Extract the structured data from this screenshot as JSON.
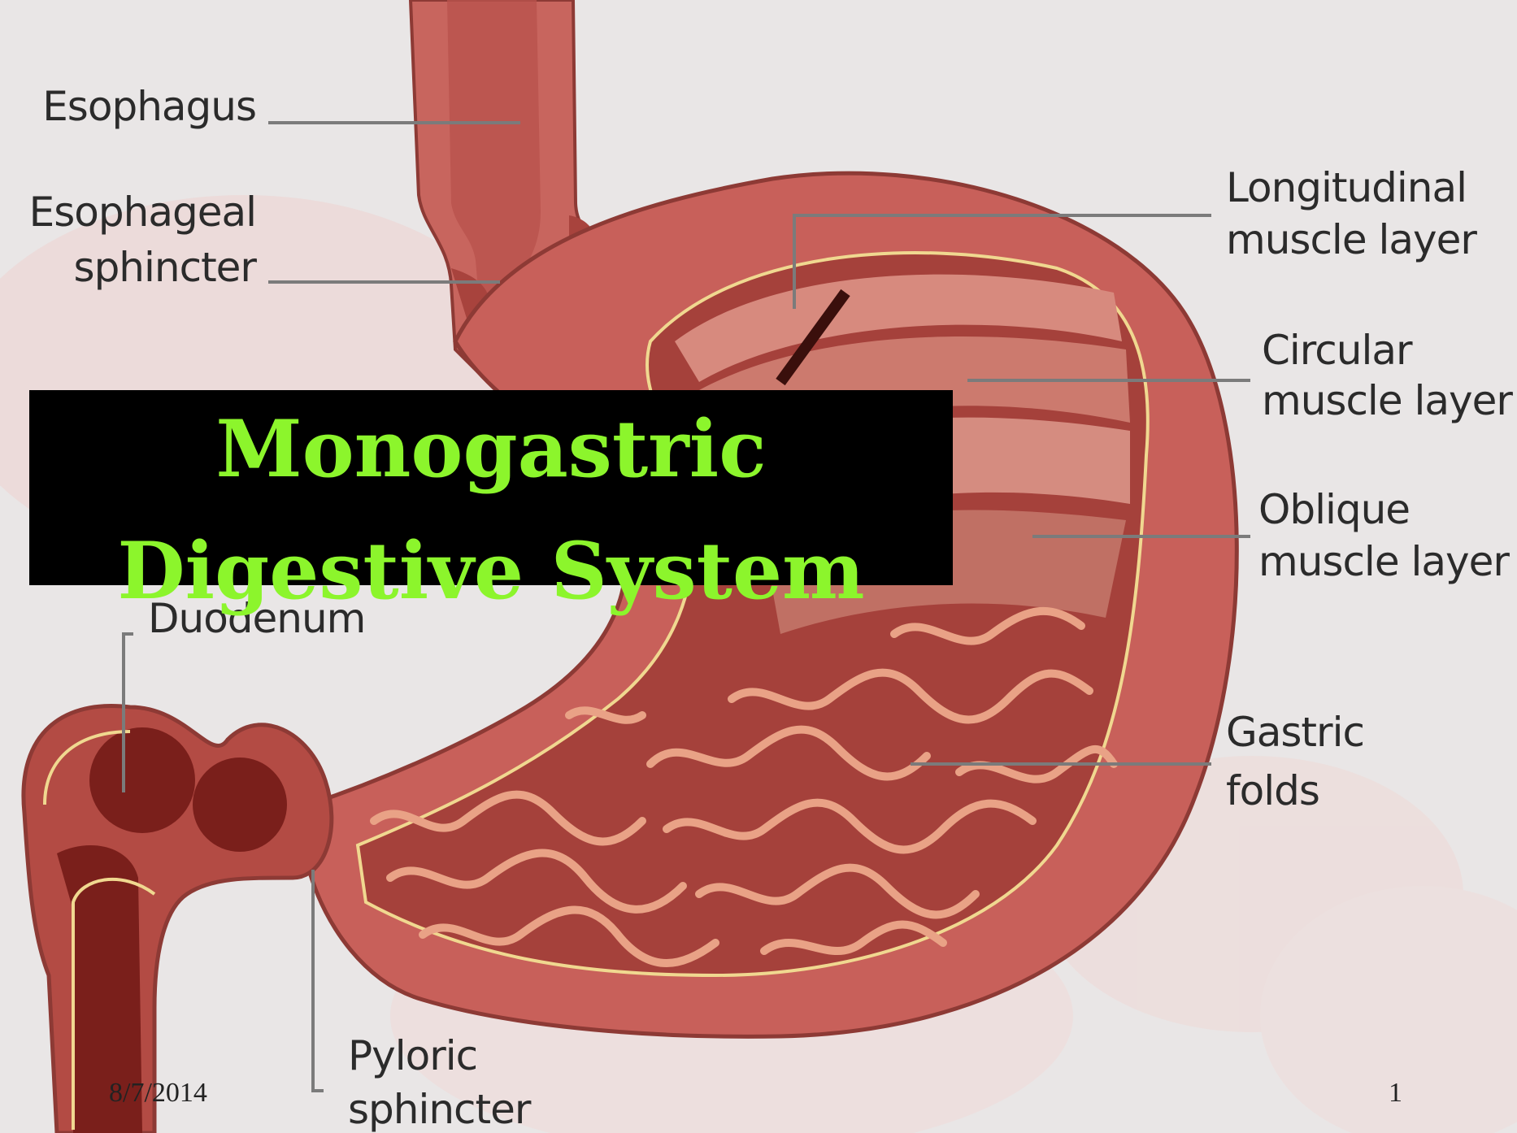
{
  "slide": {
    "title_line1": "Monogastric",
    "title_line2": "Digestive System",
    "footer_date": "8/7/2014",
    "page_number": "1"
  },
  "labels": {
    "esophagus": "Esophagus",
    "esophageal_sphincter_1": "Esophageal",
    "esophageal_sphincter_2": "sphincter",
    "longitudinal_1": "Longitudinal",
    "longitudinal_2": "muscle layer",
    "circular_1": "Circular",
    "circular_2": "muscle layer",
    "oblique_1": "Oblique",
    "oblique_2": "muscle layer",
    "gastric_1": "Gastric",
    "gastric_2": "folds",
    "duodenum": "Duodenum",
    "pyloric_1": "Pyloric",
    "pyloric_2": "sphincter"
  },
  "colors": {
    "title_text": "#8cf52c",
    "title_background": "#000000",
    "stomach_wall": "#c8605a",
    "stomach_inner": "#a5413b",
    "background": "#e9e6e6"
  }
}
